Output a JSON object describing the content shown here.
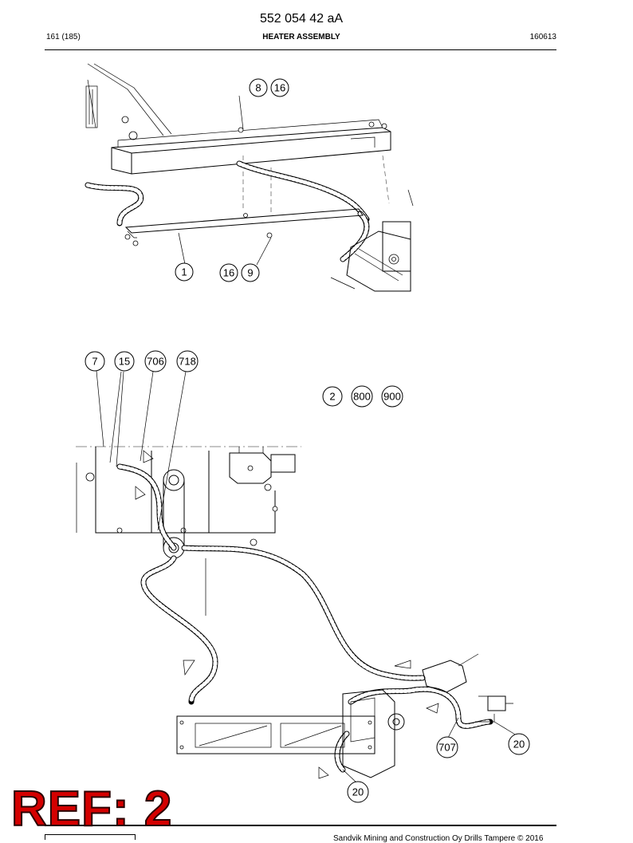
{
  "header": {
    "doc_number": "552 054 42 aA",
    "page": "161 (185)",
    "title": "HEATER ASSEMBLY",
    "code": "160613"
  },
  "callouts": {
    "top": [
      "8",
      "16",
      "1",
      "16",
      "9"
    ],
    "bottom": [
      "7",
      "15",
      "706",
      "718",
      "2",
      "800",
      "900",
      "707",
      "20",
      "20"
    ]
  },
  "footer": {
    "copyright": "Sandvik Mining and Construction Oy Drills Tampere © 2016",
    "ref_stamp": "REF: 2"
  }
}
